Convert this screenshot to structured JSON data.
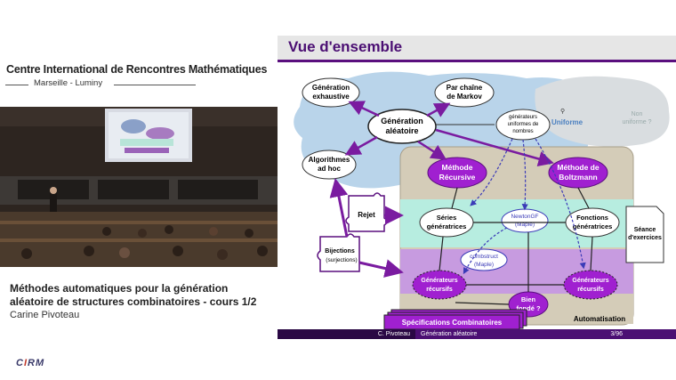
{
  "org": {
    "title": "Centre International de Rencontres Mathématiques",
    "subtitle": "Marseille - Luminy",
    "logo": "CIRM"
  },
  "talk": {
    "title_line1": "Méthodes automatiques pour la génération",
    "title_line2": "aléatoire de structures combinatoires - cours 1/2",
    "speaker": "Carine Pivoteau"
  },
  "slide": {
    "title": "Vue d'ensemble",
    "nodes": {
      "gen_exhaustive_1": "Génération",
      "gen_exhaustive_2": "exhaustive",
      "markov_1": "Par chaîne",
      "markov_2": "de Markov",
      "gen_aleatoire_1": "Génération",
      "gen_aleatoire_2": "aléatoire",
      "gen_uniformes_1": "générateurs",
      "gen_uniformes_2": "uniformes de",
      "gen_uniformes_3": "nombres",
      "uniforme": "Uniforme",
      "non_uniforme_1": "Non",
      "non_uniforme_2": "uniforme ?",
      "algorithmes_1": "Algorithmes",
      "algorithmes_2": "ad hoc",
      "methode_rec_1": "Méthode",
      "methode_rec_2": "Récursive",
      "methode_boltz_1": "Méthode de",
      "methode_boltz_2": "Boltzmann",
      "rejet": "Rejet",
      "series_1": "Séries",
      "series_2": "génératrices",
      "newtongf_1": "NewtonGF",
      "newtongf_2": "(Maple)",
      "fonctions_1": "Fonctions",
      "fonctions_2": "génératrices",
      "seance_1": "Séance",
      "seance_2": "d'exercices",
      "bijections_1": "Bijections",
      "bijections_2": "(surjections)",
      "combstruct_1": "combstruct",
      "combstruct_2": "(Maple)",
      "gen_rec_left_1": "Générateurs",
      "gen_rec_left_2": "récursifs",
      "gen_rec_right_1": "Générateurs",
      "gen_rec_right_2": "récursifs",
      "bien_fonde_1": "Bien",
      "bien_fonde_2": "fondé ?",
      "specifications": "Spécifications Combinatoires",
      "automatisation": "Automatisation"
    },
    "footer": {
      "author": "C. Pivoteau",
      "topic": "Génération aléatoire",
      "page": "3/96"
    }
  }
}
